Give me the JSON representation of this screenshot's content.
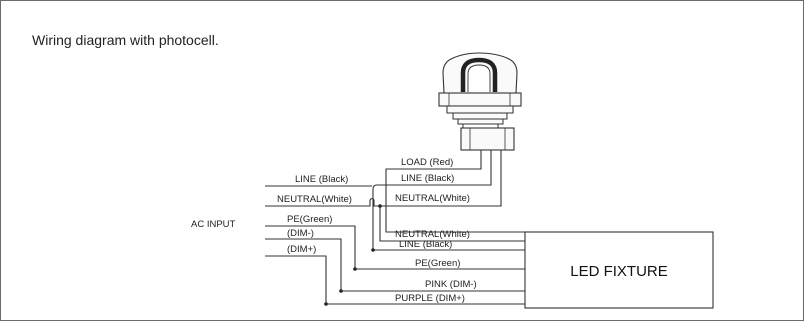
{
  "diagram": {
    "title": "Wiring diagram with photocell.",
    "ac_input_label": "AC INPUT",
    "fixture_label": "LED FIXTURE",
    "left_labels": [
      "LINE (Black)",
      "NEUTRAL(White)",
      "PE(Green)",
      "(DIM-)",
      "(DIM+)"
    ],
    "photocell_labels": [
      "LOAD (Red)",
      "LINE (Black)",
      "NEUTRAL(White)"
    ],
    "fixture_labels": [
      "NEUTRAL(White)",
      "LINE (Black)",
      "PE(Green)",
      "PINK (DIM-)",
      "PURPLE (DIM+)"
    ]
  }
}
